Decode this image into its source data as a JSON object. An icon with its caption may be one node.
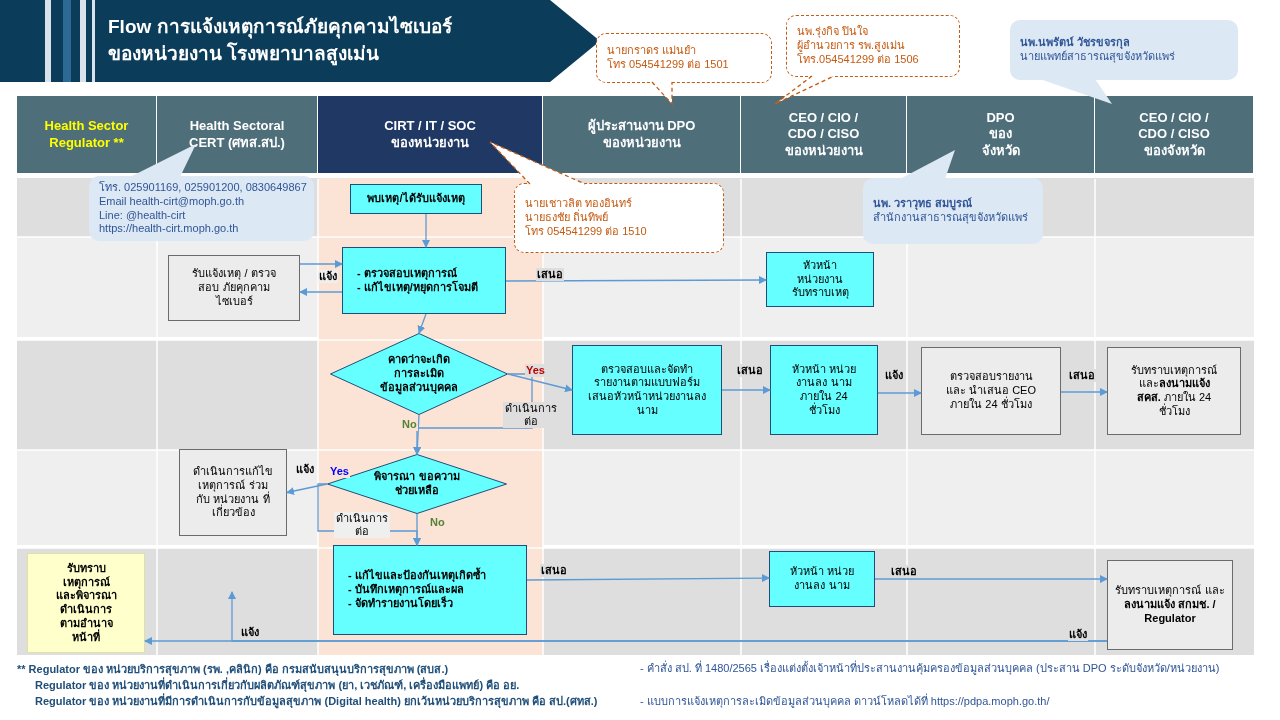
{
  "diagram": {
    "title": "Flow การแจ้งเหตุการณ์ภัยคุกคามไซเบอร์ ของหน่วยงาน โรงพยาบาลสูงเม่น",
    "nodes": [
      {
        "text": [
          "Health Sector Regulator **"
        ]
      },
      {
        "text": [
          "Health Sectoral CERT (ศทส.สป.)"
        ]
      },
      {
        "text": [
          "CIRT / IT / SOC ของหน่วยงาน"
        ]
      },
      {
        "text": [
          "ผู้ประสานงาน DPO ของหน่วยงาน"
        ]
      },
      {
        "text": [
          "CEO / CIO / CDO / CISO ของหน่วยงาน"
        ]
      },
      {
        "text": [
          "DPO ของจังหวัด"
        ]
      },
      {
        "text": [
          "CEO / CIO / CDO / CISO ของจังหวัด"
        ]
      },
      {
        "text": [
          "นายกราดร แม่นยำ",
          "โทร 054541299  ต่อ 1501"
        ]
      },
      {
        "text": [
          "นพ.รุ่งกิจ  ปินใจ",
          "ผู้อำนวยการ รพ.สูงเม่น",
          "โทร.054541299  ต่อ 1506"
        ]
      },
      {
        "text": [
          "นพ.นพรัตน์  วัชรขจรกุล",
          "นายแพทย์สาธารณสุขจังหวัดแพร่"
        ]
      },
      {
        "text": [
          "โทร. 025901169, 025901200, 0830649867",
          "Email  health-cirt@moph.go.th",
          "Line:  @health-cirt",
          "https://health-cirt.moph.go.th"
        ]
      },
      {
        "text": [
          "พบเหตุ/ได้รับแจ้งเหตุ"
        ]
      },
      {
        "text": [
          "นายเชาวลิต ทองอินทร์",
          "นายธงชัย  ถิ่นทิพย์",
          "โทร 054541299  ต่อ 1510"
        ]
      },
      {
        "text": [
          "นพ. วราวุทธ  สมบูรณ์",
          "สำนักงานสาธารณสุขจังหวัดแพร่"
        ]
      },
      {
        "text": [
          "รับแจ้งเหตุ / ตรวจสอบ ภัยคุกคามไซเบอร์"
        ]
      },
      {
        "text": [
          "- ตรวจสอบเหตุการณ์",
          "- แก้ไขเหตุ/หยุดการโจมตี"
        ]
      },
      {
        "text": [
          "หัวหน้า หน่วยงาน รับทราบเหตุ"
        ]
      },
      {
        "text": [
          "คาดว่าจะเกิด การละเมิด ข้อมูลส่วนบุคคล"
        ]
      },
      {
        "text": [
          "ตรวจสอบและจัดทำ รายงานตามแบบฟอร์ม เสนอหัวหน้าหน่วยงานลง นาม"
        ]
      },
      {
        "text": [
          "หัวหน้า หน่วยงานลง นาม ภายใน 24 ชั่วโมง"
        ]
      },
      {
        "text": [
          "ตรวจสอบรายงานและ นำเสนอ CEO ภายใน 24 ชั่วโมง"
        ]
      },
      {
        "text": [
          "รับทราบเหตุการณ์ และ**ลงนามแจ้ง สคส.** ภายใน 24 ชั่วโมง"
        ]
      },
      {
        "text": [
          "ดำเนินการแก้ไข เหตุการณ์ ร่วมกับ หน่วยงาน ที่เกี่ยวข้อง"
        ]
      },
      {
        "text": [
          "พิจารณา ขอความช่วยเหลือ"
        ]
      },
      {
        "text": [
          "รับทราบ เหตุการณ์ และพิจารณา ดำเนินการ ตามอำนาจหน้าที่"
        ]
      },
      {
        "text": [
          "- แก้ไขและป้องกันเหตุเกิดซ้ำ",
          "- บันทึกเหตุการณ์และผล",
          "- จัดทำรายงานโดยเร็ว"
        ]
      },
      {
        "text": [
          "หัวหน้า หน่วยงานลง นาม"
        ]
      },
      {
        "text": [
          "รับทราบเหตุการณ์ และ**ลงนามแจ้ง สกมช. / Regulator**"
        ]
      }
    ],
    "edges": [
      {
        "from": 11,
        "to": 15,
        "arrow": "to"
      },
      {
        "from": 14,
        "to": 15,
        "arrow": "to",
        "label": "แจ้ง"
      },
      {
        "from": 15,
        "to": 14,
        "arrow": "to"
      },
      {
        "from": 15,
        "to": 16,
        "arrow": "to",
        "label": "เสนอ"
      },
      {
        "from": 15,
        "to": 17,
        "arrow": "to"
      },
      {
        "from": 17,
        "to": 18,
        "arrow": "to",
        "label": "Yes"
      },
      {
        "from": 17,
        "to": 23,
        "arrow": "to",
        "label": "No"
      },
      {
        "from": 17,
        "to": 23,
        "arrow": "to",
        "label": "ดำเนินการ ต่อ"
      },
      {
        "from": 18,
        "to": 19,
        "arrow": "to",
        "label": "เสนอ"
      },
      {
        "from": 19,
        "to": 20,
        "arrow": "to",
        "label": "แจ้ง"
      },
      {
        "from": 20,
        "to": 21,
        "arrow": "to",
        "label": "เสนอ"
      },
      {
        "from": 23,
        "to": 22,
        "arrow": "to",
        "label": "Yes"
      },
      {
        "from": 23,
        "to": 25,
        "arrow": "to",
        "label": "No"
      },
      {
        "from": 23,
        "to": 25,
        "arrow": "to",
        "label": "ดำเนินการ ต่อ"
      },
      {
        "from": 25,
        "to": 26,
        "arrow": "to",
        "label": "เสนอ"
      },
      {
        "from": 26,
        "to": 27,
        "arrow": "to",
        "label": "เสนอ"
      },
      {
        "from": 27,
        "to": 24,
        "arrow": "to",
        "label": "แจ้ง"
      },
      {
        "from": 27,
        "to": null,
        "arrow": "to",
        "label": "แจ้ง"
      }
    ],
    "labels": [
      "**  Regulator ของ หน่วยบริการสุขภาพ (รพ. ,คลินิก) คือ กรมสนับสนุนบริการสุขภาพ (สบส.)",
      "Regulator ของ หน่วยงานที่ดำเนินการเกี่ยวกับผลิตภัณฑ์สุขภาพ (ยา, เวชภัณฑ์, เครื่องมือแพทย์) คือ  อย.",
      "Regulator ของ หน่วยงานที่มีการดำเนินการกับข้อมูลสุขภาพ (Digital health) ยกเว้นหน่วยบริการสุขภาพ คือ สป.(ศทส.)",
      "- คำสั่ง สป. ที่ 1480/2565  เรื่องแต่งตั้งเจ้าหน้าที่ประสานงานคุ้มครองข้อมูลส่วนบุคคล  (ประสาน DPO ระดับจังหวัด/หน่วยงาน)",
      "- แบบการแจ้งเหตุการละเมิดข้อมูลส่วนบุคคล  ดาวน์โหลดได้ที่ https://pdpa.moph.go.th/",
      "แจ้ง"
    ]
  }
}
